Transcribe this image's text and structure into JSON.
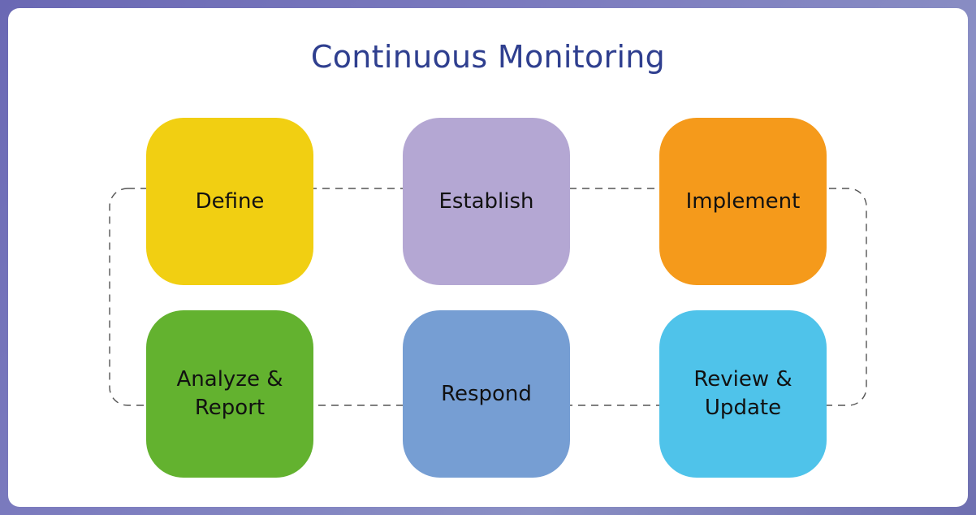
{
  "title": "Continuous Monitoring",
  "steps": [
    {
      "label": "Define",
      "color": "#f1cf12"
    },
    {
      "label": "Establish",
      "color": "#b4a7d3"
    },
    {
      "label": "Implement",
      "color": "#f59a1b"
    },
    {
      "label": "Analyze & Report",
      "color": "#63b22f"
    },
    {
      "label": "Respond",
      "color": "#769ed3"
    },
    {
      "label": "Review & Update",
      "color": "#4fc3ea"
    }
  ],
  "colors": {
    "title": "#2f3f8f",
    "loop_line": "#555555",
    "card": "#ffffff"
  }
}
